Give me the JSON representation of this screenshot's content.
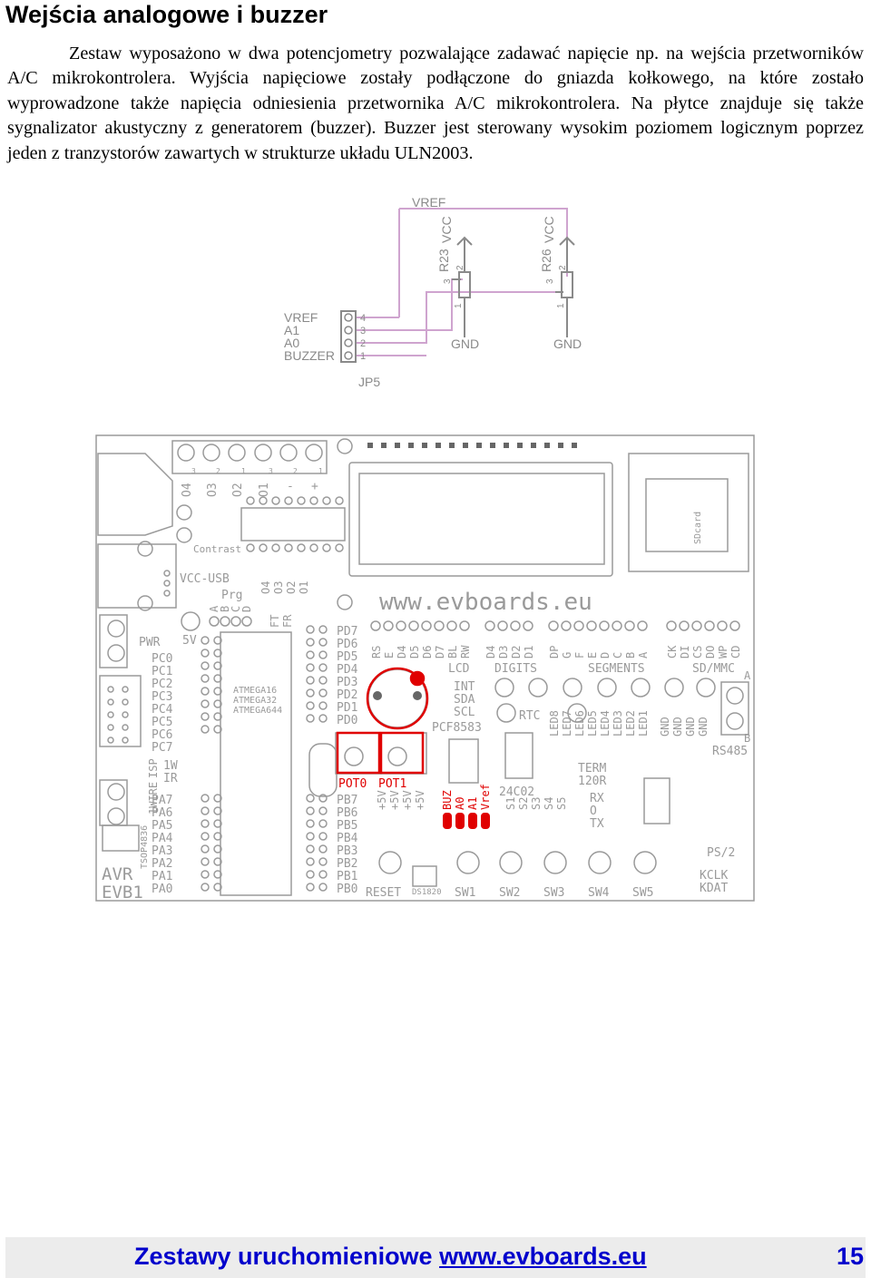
{
  "header": {
    "title": "Wejścia analogowe i buzzer"
  },
  "body": {
    "paragraph": "Zestaw wyposażono w dwa potencjometry pozwalające zadawać napięcie np. na wejścia przetworników A/C mikrokontrolera. Wyjścia napięciowe zostały podłączone do gniazda kołkowego, na które zostało wyprowadzone także napięcia odniesienia przetwornika A/C mikrokontrolera. Na płytce znajduje się także sygnalizator akustyczny z generatorem (buzzer). Buzzer jest sterowany wysokim poziomem logicznym poprzez jeden z tranzystorów zawartych w strukturze układu ULN2003."
  },
  "schematic": {
    "vref_net": "VREF",
    "pots": [
      {
        "name": "R23",
        "supply": "VCC",
        "gnd": "GND",
        "pin3": "3",
        "pin2": "2",
        "pin1": "1"
      },
      {
        "name": "R26",
        "supply": "VCC",
        "gnd": "GND",
        "pin3": "3",
        "pin2": "2",
        "pin1": "1"
      }
    ],
    "connector": {
      "name": "JP5",
      "signals": [
        "VREF",
        "A1",
        "A0",
        "BUZZER"
      ],
      "pins": [
        "4",
        "3",
        "2",
        "1"
      ]
    }
  },
  "board": {
    "url": "www.evboards.eu",
    "name_line1": "AVR",
    "name_line2": "EVB1",
    "sdcard": "SDcard",
    "contrast": "Contrast",
    "vcc_usb": "VCC-USB",
    "prg": "Prg",
    "pwr": "PWR",
    "v5": "5V",
    "isp": "ISP",
    "onewire": "1WIRE",
    "tsop": "TSOP4836",
    "ir": "IR",
    "w1": "1W",
    "mcu": [
      "ATMEGA16",
      "ATMEGA32",
      "ATMEGA644"
    ],
    "top_terminals": [
      "O4",
      "O3",
      "O2",
      "O1",
      "-",
      "+"
    ],
    "ft_labels": [
      "FT",
      "FR"
    ],
    "outputs": [
      "O4",
      "O3",
      "O2",
      "O1"
    ],
    "abcd": [
      "A",
      "B",
      "C",
      "D"
    ],
    "port_c": [
      "PC0",
      "PC1",
      "PC2",
      "PC3",
      "PC4",
      "PC5",
      "PC6",
      "PC7"
    ],
    "port_a": [
      "PA7",
      "PA6",
      "PA5",
      "PA4",
      "PA3",
      "PA2",
      "PA1",
      "PA0"
    ],
    "port_d": [
      "PD7",
      "PD6",
      "PD5",
      "PD4",
      "PD3",
      "PD2",
      "PD1",
      "PD0"
    ],
    "port_b": [
      "PB7",
      "PB6",
      "PB5",
      "PB4",
      "PB3",
      "PB2",
      "PB1",
      "PB0"
    ],
    "lcd_pins": [
      "RS",
      "E",
      "D4",
      "D5",
      "D6",
      "D7",
      "BL",
      "RW"
    ],
    "lcd": "LCD",
    "digit_pins": [
      "D4",
      "D3",
      "D2",
      "D1"
    ],
    "digits": "DIGITS",
    "segment_pins": [
      "DP",
      "G",
      "F",
      "E",
      "D",
      "C",
      "B",
      "A"
    ],
    "segments": "SEGMENTS",
    "sd_pins": [
      "CK",
      "DI",
      "CS",
      "DO",
      "WP",
      "CD"
    ],
    "sdmmc": "SD/MMC",
    "pcf": [
      "INT",
      "SDA",
      "SCL"
    ],
    "pcf_name": "PCF8583",
    "rtc": "RTC",
    "leds": [
      "LED8",
      "LED7",
      "LED6",
      "LED5",
      "LED4",
      "LED3",
      "LED2",
      "LED1"
    ],
    "gnds": [
      "GND",
      "GND",
      "GND",
      "GND"
    ],
    "rs485": "RS485",
    "ab": [
      "A",
      "B"
    ],
    "pot0": "POT0",
    "pot1": "POT1",
    "plus5v": [
      "+5V",
      "+5V",
      "+5V",
      "+5V"
    ],
    "analog_pins": [
      "BUZ",
      "A0",
      "A1",
      "Vref"
    ],
    "eeprom": "24C02",
    "switch_pins": [
      "S1",
      "S2",
      "S3",
      "S4",
      "S5"
    ],
    "term": "TERM",
    "term_r": "120R",
    "uart": [
      "RX",
      "O",
      "TX"
    ],
    "ps2": "PS/2",
    "kclk": "KCLK",
    "kdat": "KDAT",
    "reset": "RESET",
    "ds1820": "DS1820",
    "switches": [
      "SW1",
      "SW2",
      "SW3",
      "SW4",
      "SW5"
    ],
    "term_pins": [
      "3",
      "2",
      "1"
    ]
  },
  "footer": {
    "title_prefix": "Zestawy uruchomieniowe ",
    "title_link": "www.evboards.eu",
    "page": "15"
  },
  "colors": {
    "footer_text": "#0000cc",
    "highlight": "#e00000",
    "silk": "#9a9a9a"
  }
}
